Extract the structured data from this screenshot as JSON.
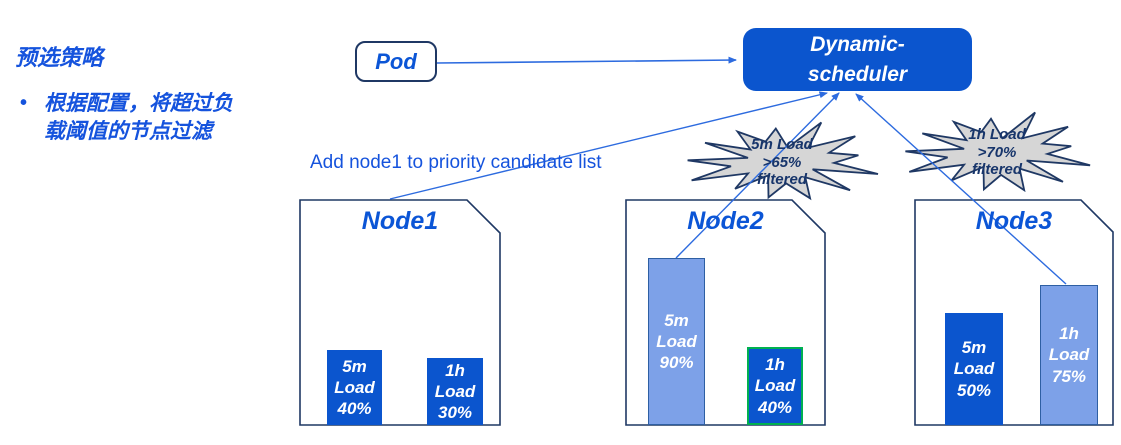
{
  "colors": {
    "brand_blue": "#0B55CE",
    "title_blue": "#1553DD",
    "light_blue_filtered": "#7DA1E8",
    "navy_outline": "#1F3864",
    "selected_green": "#00B050",
    "connector_blue": "#2D6BDF",
    "starburst_gray": "#D6D6D6"
  },
  "header": {
    "title": "预选策略",
    "bullet": "根据配置，将超过负\n载阈值的节点过滤"
  },
  "pod": {
    "label": "Pod"
  },
  "scheduler": {
    "label": "Dynamic-\nscheduler"
  },
  "annotation": {
    "text": "Add node1 to priority candidate list"
  },
  "filters": [
    {
      "lines": [
        "5m Load",
        ">65%",
        "filtered"
      ]
    },
    {
      "lines": [
        "1h Load",
        ">70%",
        "filtered"
      ]
    }
  ],
  "nodes": [
    {
      "name": "Node1",
      "bars": [
        {
          "metric": "5m",
          "label": "Load",
          "value": "40%",
          "state": "normal"
        },
        {
          "metric": "1h",
          "label": "Load",
          "value": "30%",
          "state": "normal"
        }
      ]
    },
    {
      "name": "Node2",
      "bars": [
        {
          "metric": "5m",
          "label": "Load",
          "value": "90%",
          "state": "overload-filtered"
        },
        {
          "metric": "1h",
          "label": "Load",
          "value": "40%",
          "state": "selected"
        }
      ]
    },
    {
      "name": "Node3",
      "bars": [
        {
          "metric": "5m",
          "label": "Load",
          "value": "50%",
          "state": "normal"
        },
        {
          "metric": "1h",
          "label": "Load",
          "value": "75%",
          "state": "overload-filtered"
        }
      ]
    }
  ]
}
